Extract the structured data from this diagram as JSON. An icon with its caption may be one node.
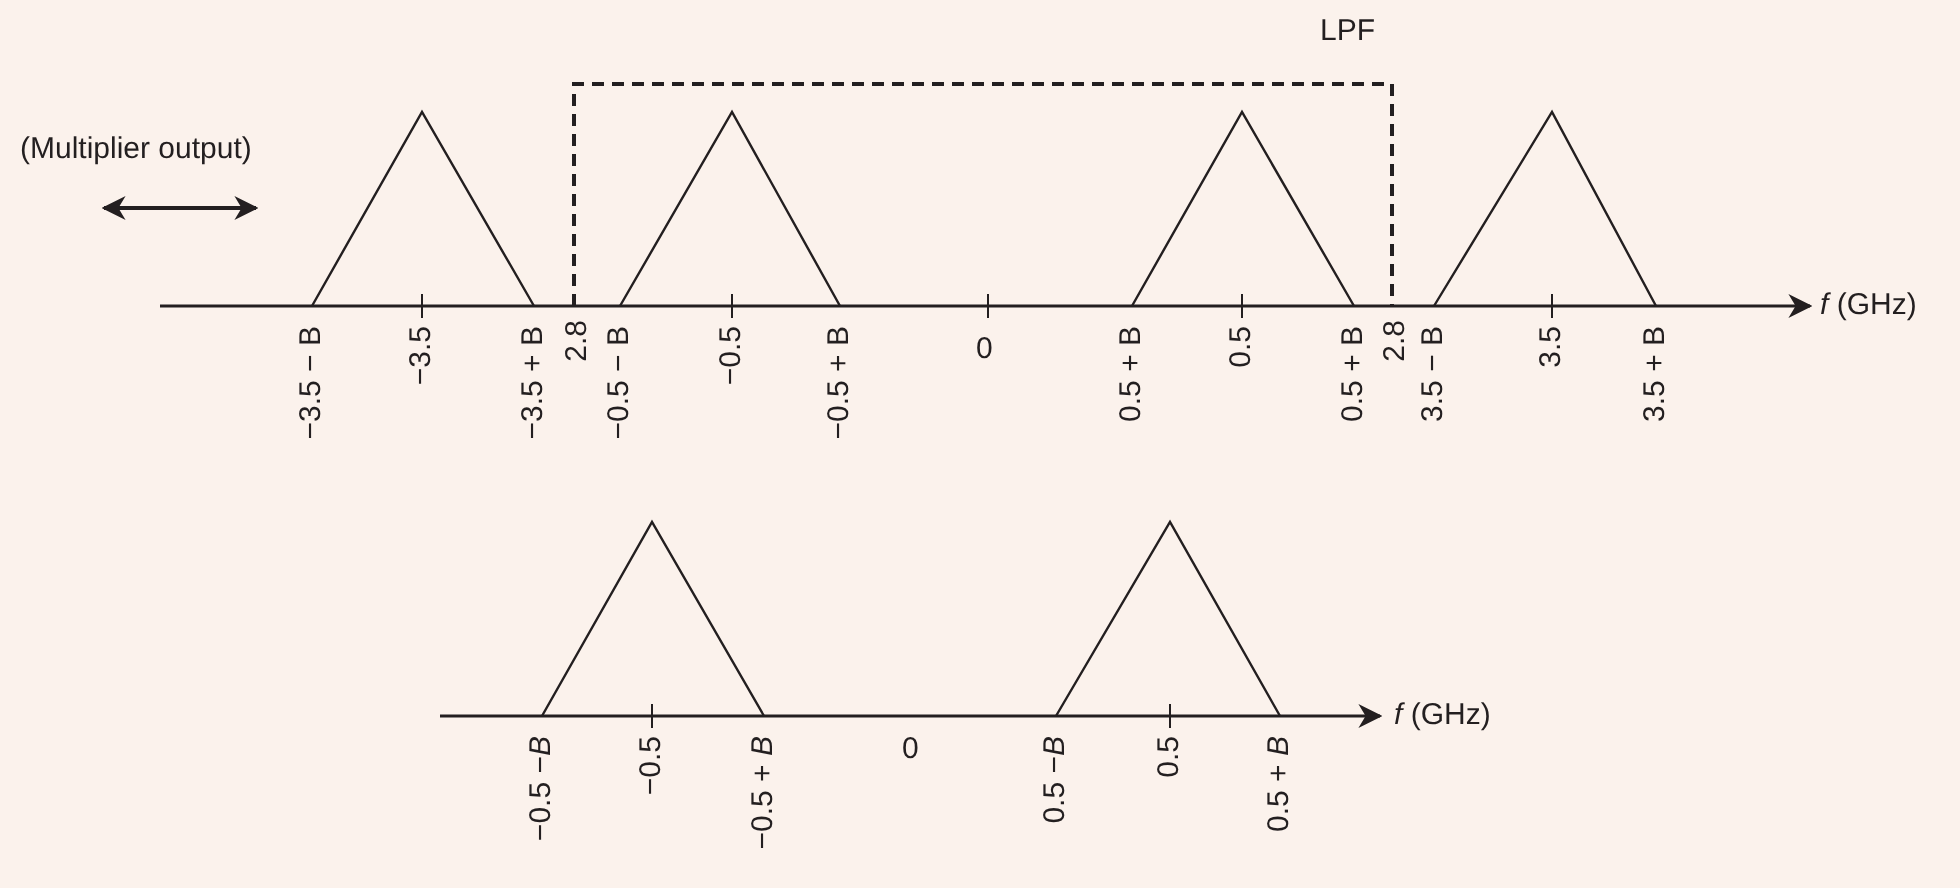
{
  "diagram": {
    "labels": [
      "(Multiplier output)",
      "LPF",
      "−3.5 − B",
      "−3.5",
      "−3.5 + B",
      "2.8",
      "−0.5 − B",
      "−0.5",
      "−0.5 + B",
      "0",
      "0.5 + B",
      "0.5",
      "0.5 + B",
      "2.8",
      "3.5 − B",
      "3.5",
      "3.5 + B",
      "*f* (GHz)",
      "−0.5 −*B*",
      "−0.5",
      "−0.5 + *B*",
      "0",
      "0.5 −*B*",
      "0.5",
      "0.5 + *B*",
      "*f* (GHz)"
    ]
  }
}
